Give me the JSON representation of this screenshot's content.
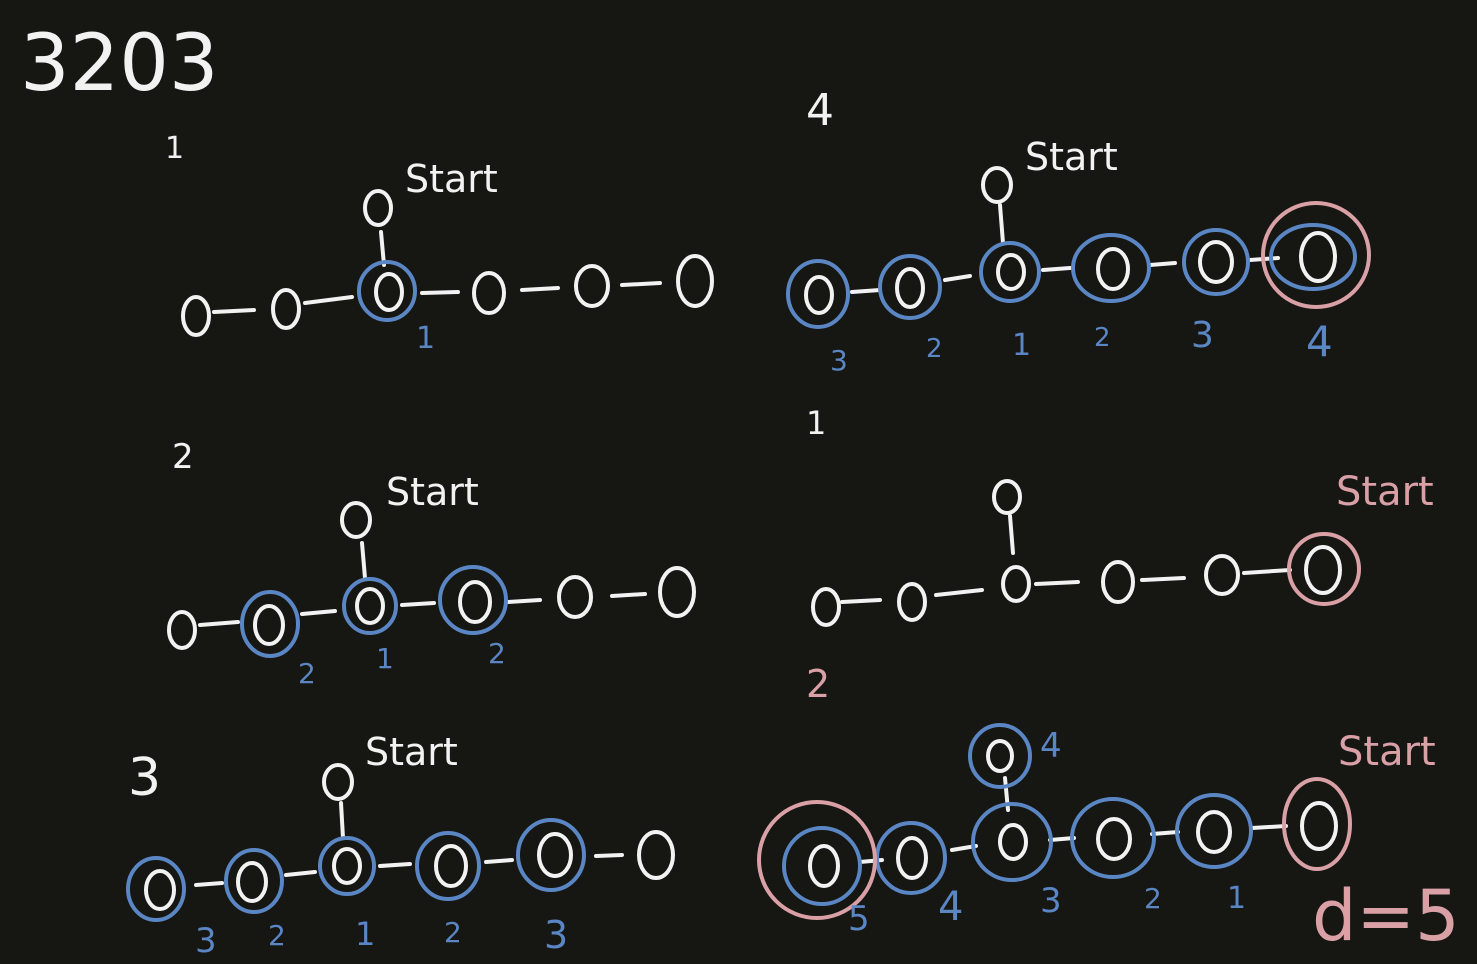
{
  "title": "3203",
  "colors": {
    "background": "#161613",
    "ink": "#f2f2f2",
    "blue": "#5b86c4",
    "pink": "#d9a0a6"
  },
  "diagrams": [
    {
      "step": "1",
      "start_label": "Start",
      "ring_color": "blue",
      "labels": [
        "",
        "",
        "1",
        "",
        "",
        ""
      ]
    },
    {
      "step": "2",
      "start_label": "Start",
      "ring_color": "blue",
      "labels": [
        "",
        "2",
        "1",
        "2",
        "",
        ""
      ]
    },
    {
      "step": "3",
      "start_label": "Start",
      "ring_color": "blue",
      "labels": [
        "3",
        "2",
        "1",
        "2",
        "3",
        ""
      ]
    },
    {
      "step": "4",
      "start_label": "Start",
      "ring_color": "blue",
      "labels": [
        "3",
        "2",
        "1",
        "2",
        "3",
        "4"
      ]
    },
    {
      "step": "1",
      "start_label": "Start",
      "ring_color": "pink",
      "labels": [
        "",
        "",
        "",
        "",
        "",
        ""
      ]
    },
    {
      "step": "2",
      "start_label": "Start",
      "ring_color": "pink",
      "labels": [
        "5",
        "4",
        "3",
        "2",
        "1",
        ""
      ],
      "top_label": "4",
      "result": "d=5"
    }
  ]
}
